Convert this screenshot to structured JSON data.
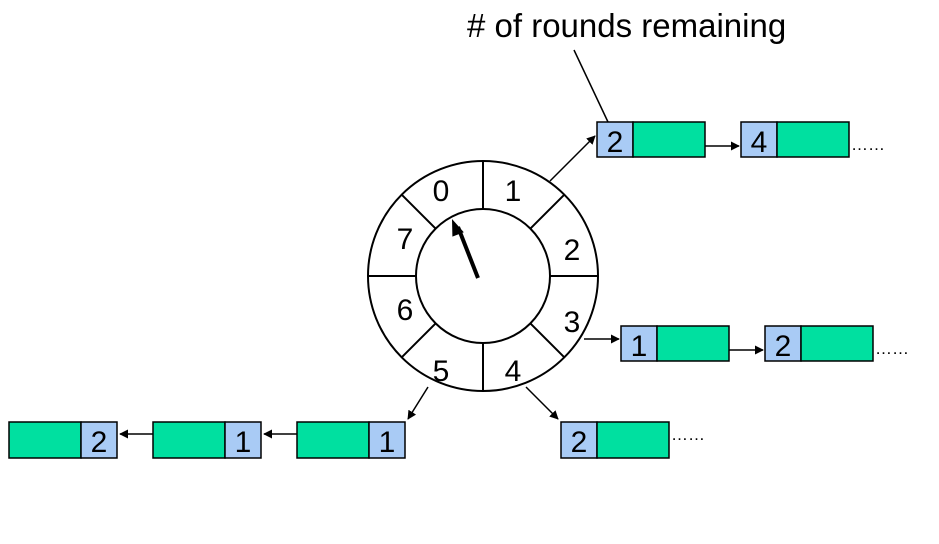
{
  "title": "# of rounds remaining",
  "wheel": {
    "slots": [
      "0",
      "1",
      "2",
      "3",
      "4",
      "5",
      "6",
      "7"
    ]
  },
  "lists": {
    "slot1": {
      "rounds": [
        "2",
        "4"
      ],
      "ellipsis": "……"
    },
    "slot3": {
      "rounds": [
        "1",
        "2"
      ],
      "ellipsis": "……"
    },
    "slot4": {
      "rounds": [
        "2"
      ],
      "ellipsis": "……"
    },
    "slot5": {
      "rounds": [
        "1",
        "1",
        "2"
      ]
    }
  },
  "colors": {
    "round_cell": "#a9cbf5",
    "payload_cell": "#00e0a0",
    "stroke": "#000000"
  }
}
